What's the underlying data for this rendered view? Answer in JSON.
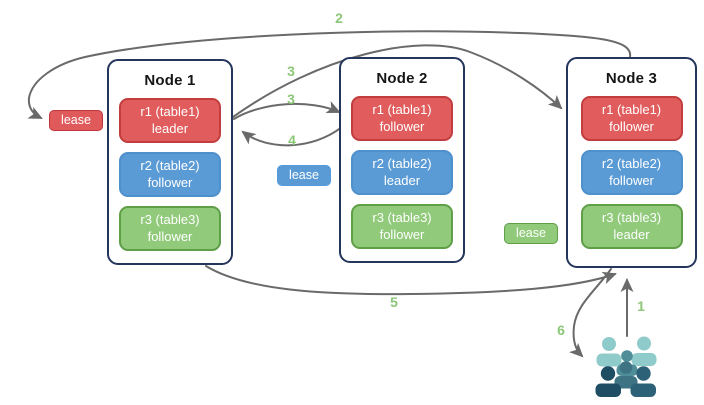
{
  "nodes": [
    {
      "title": "Node 1",
      "replicas": [
        {
          "name": "r1 (table1)",
          "role": "leader"
        },
        {
          "name": "r2 (table2)",
          "role": "follower"
        },
        {
          "name": "r3 (table3)",
          "role": "follower"
        }
      ]
    },
    {
      "title": "Node 2",
      "replicas": [
        {
          "name": "r1 (table1)",
          "role": "follower"
        },
        {
          "name": "r2 (table2)",
          "role": "leader"
        },
        {
          "name": "r3 (table3)",
          "role": "follower"
        }
      ]
    },
    {
      "title": "Node 3",
      "replicas": [
        {
          "name": "r1 (table1)",
          "role": "follower"
        },
        {
          "name": "r2 (table2)",
          "role": "follower"
        },
        {
          "name": "r3 (table3)",
          "role": "leader"
        }
      ]
    }
  ],
  "leases": [
    {
      "label": "lease",
      "table": "table1",
      "color": "red"
    },
    {
      "label": "lease",
      "table": "table2",
      "color": "blue"
    },
    {
      "label": "lease",
      "table": "table3",
      "color": "green"
    }
  ],
  "steps": {
    "s1": "1",
    "s2": "2",
    "s3_to_node3": "3",
    "s3_to_node2": "3",
    "s4": "4",
    "s5": "5",
    "s6": "6"
  },
  "colors": {
    "replica_red": "#e15c5c",
    "replica_red_border": "#c23e3e",
    "replica_blue": "#5b9bd5",
    "replica_green": "#90ca7a",
    "replica_green_border": "#5f9f48",
    "node_border": "#24365c",
    "arrow": "#6a6a6a",
    "step_label": "#8cc778",
    "clients_light": "#8ecbca",
    "clients_mid": "#4f8e99",
    "clients_dark": "#1f4d64"
  }
}
